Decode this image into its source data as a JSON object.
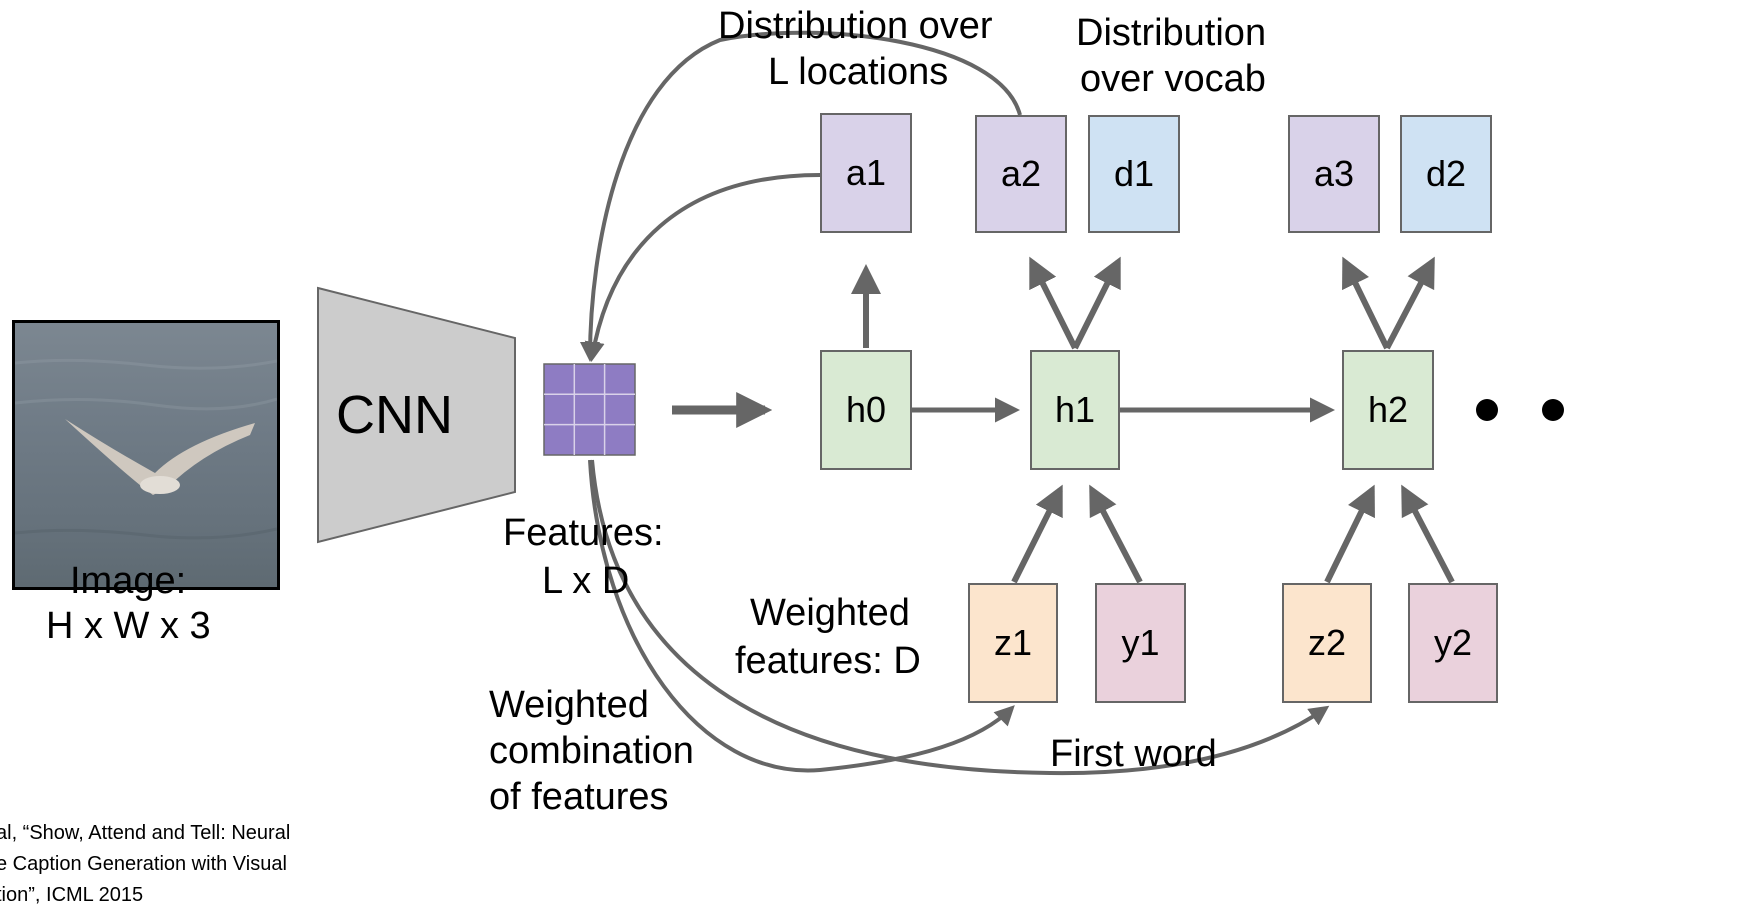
{
  "nodes": {
    "a1": "a1",
    "a2": "a2",
    "d1": "d1",
    "a3": "a3",
    "d2": "d2",
    "h0": "h0",
    "h1": "h1",
    "h2": "h2",
    "z1": "z1",
    "y1": "y1",
    "z2": "z2",
    "y2": "y2"
  },
  "labels": {
    "cnn": "CNN",
    "image_line1": "Image:",
    "image_line2": "H x W x 3",
    "features_line1": "Features:",
    "features_line2": "L x D",
    "dist_locations_line1": "Distribution over",
    "dist_locations_line2": "L locations",
    "dist_vocab_line1": "Distribution",
    "dist_vocab_line2": "over vocab",
    "weighted_features_line1": "Weighted",
    "weighted_features_line2": "features: D",
    "weighted_comb_line1": "Weighted",
    "weighted_comb_line2": "combination",
    "weighted_comb_line3": "of features",
    "first_word": "First word"
  },
  "citation": {
    "line1": "al, “Show, Attend and Tell: Neural",
    "line2": "e Caption Generation with Visual",
    "line3": "tion”, ICML 2015"
  },
  "colors": {
    "attention": "#d9d2e9",
    "vocab": "#cfe2f3",
    "hidden": "#d9ead3",
    "weighted": "#fce5cd",
    "word": "#ead1dc",
    "cnn": "#cccccc",
    "arrow": "#666666",
    "grid": "#8e7cc3"
  }
}
